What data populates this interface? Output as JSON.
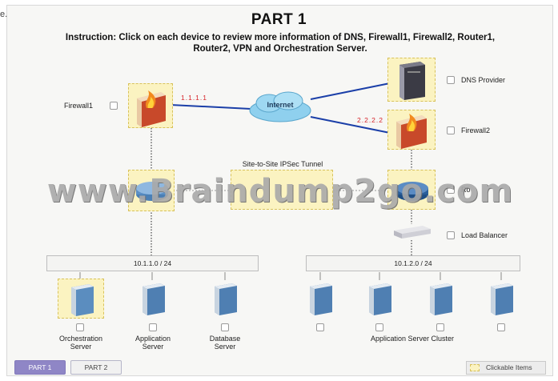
{
  "page": {
    "title": "PART 1",
    "instruction": "Instruction: Click on each device to review more information of DNS, Firewall1, Firewall2, Router1, Router2, VPN and Orchestration Server.",
    "corner_mark": "e."
  },
  "labels": {
    "firewall1": "Firewall1",
    "firewall1_ip": "1.1.1.1",
    "internet": "Internet",
    "dns_provider": "DNS Provider",
    "firewall2": "Firewall2",
    "firewall2_ip": "2.2.2.2",
    "tunnel": "Site-to-Site IPSec Tunnel",
    "router2_partial": "Ro",
    "load_balancer": "Load Balancer",
    "subnet_left": "10.1.1.0 / 24",
    "subnet_right": "10.1.2.0 / 24",
    "orchestration_line1": "Orchestration",
    "orchestration_line2": "Server",
    "application_line1": "Application",
    "application_line2": "Server",
    "database_line1": "Database",
    "database_line2": "Server",
    "cluster": "Application Server Cluster"
  },
  "watermark": "www.Braindump2go.com",
  "tabs": {
    "part1": "PART 1",
    "part2": "PART 2"
  },
  "legend": {
    "clickable_items": "Clickable Items"
  },
  "colors": {
    "clickable_fill": "#fbf3c1",
    "link_blue": "#1b3fa8",
    "ip_red": "#d6242a",
    "active_tab": "#8f86c6"
  }
}
